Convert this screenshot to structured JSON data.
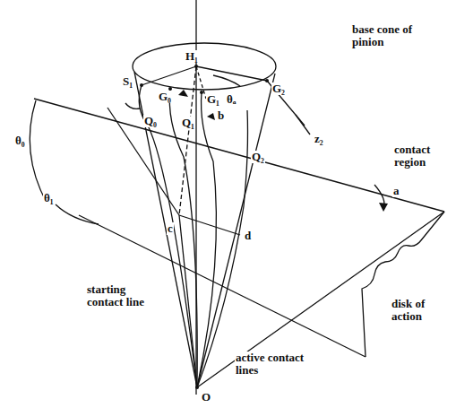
{
  "diagram": {
    "labels": [
      "base cone of pinion",
      "H₁",
      "S₁",
      "G₀",
      "G₁",
      "G₂",
      "θₐ",
      "Q₀",
      "Q₁",
      "b",
      "Q₂",
      "z₂",
      "contact region",
      "a",
      "θ₀",
      "θ₁",
      "c",
      "d",
      "starting contact line",
      "active contact lines",
      "disk of action",
      "O"
    ]
  }
}
